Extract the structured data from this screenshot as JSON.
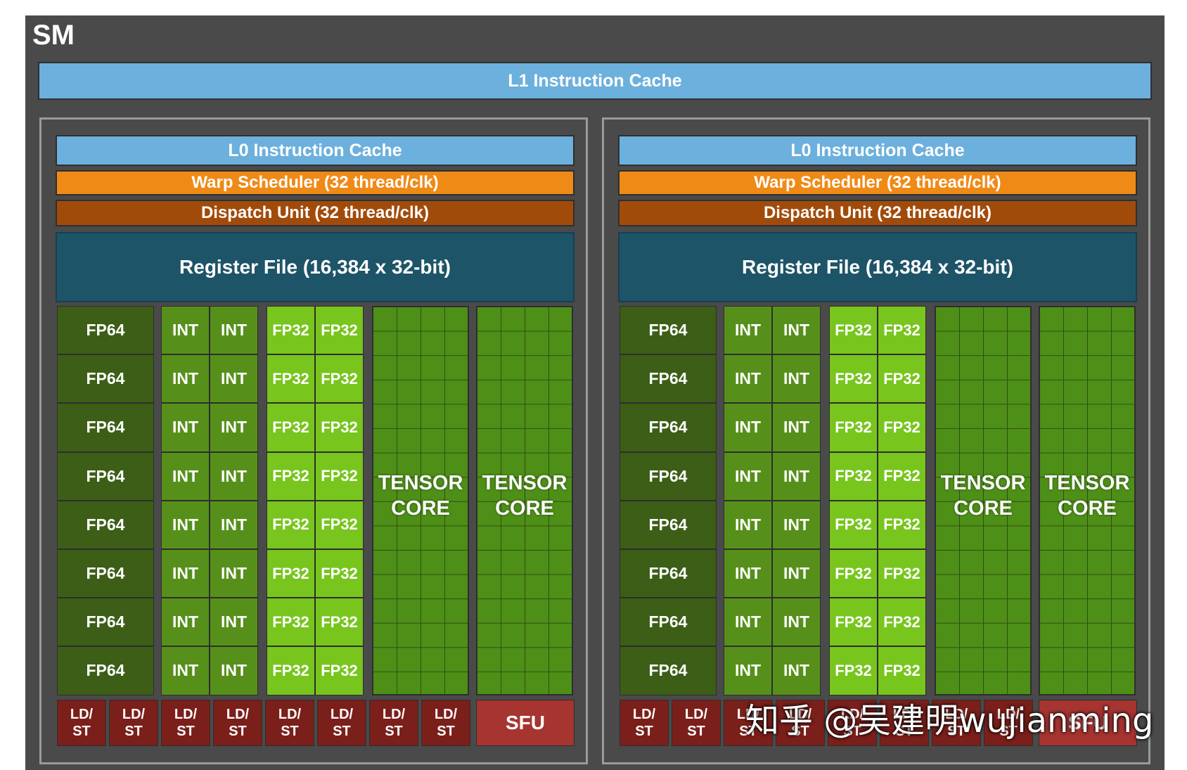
{
  "sm_label": "SM",
  "l1_cache": "L1 Instruction Cache",
  "partition": {
    "l0_cache": "L0 Instruction Cache",
    "warp_scheduler": "Warp Scheduler (32 thread/clk)",
    "dispatch_unit": "Dispatch Unit (32 thread/clk)",
    "register_file": "Register File (16,384 x 32-bit)",
    "fp64": "FP64",
    "int": "INT",
    "fp32": "FP32",
    "tensor_line1": "TENSOR",
    "tensor_line2": "CORE",
    "ldst_line1": "LD/",
    "ldst_line2": "ST",
    "sfu": "SFU",
    "rows": 8,
    "ldst_units": 8
  },
  "watermark": "知乎 @吴建明wujianming",
  "colors": {
    "fp64": "#3c5e17",
    "int": "#56901a",
    "fp32": "#78c51e",
    "tensor": "#4e8f18",
    "ldst": "#7a1f1a",
    "sfu": "#a63430",
    "l1": "#6cb0dd",
    "warp": "#ef8a17",
    "dispatch": "#a14b0b",
    "register": "#1d5468"
  }
}
